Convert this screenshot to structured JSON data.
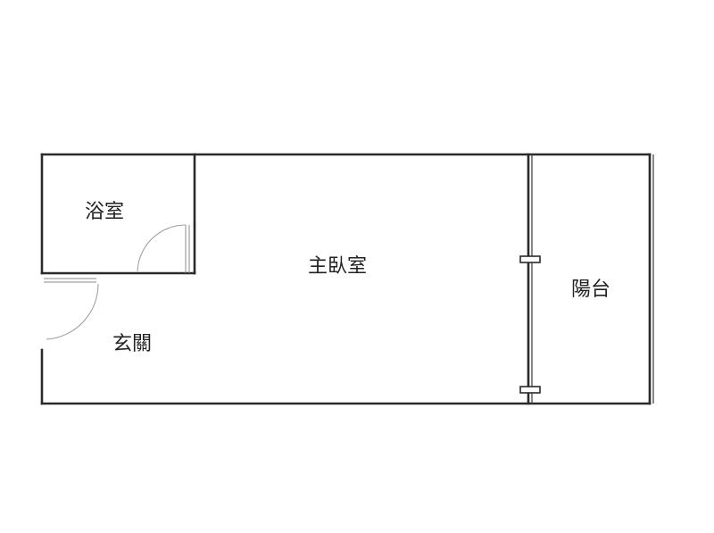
{
  "floor_plan": {
    "rooms": {
      "bathroom": "浴室",
      "master_bedroom": "主臥室",
      "entrance": "玄關",
      "balcony": "陽台"
    }
  }
}
